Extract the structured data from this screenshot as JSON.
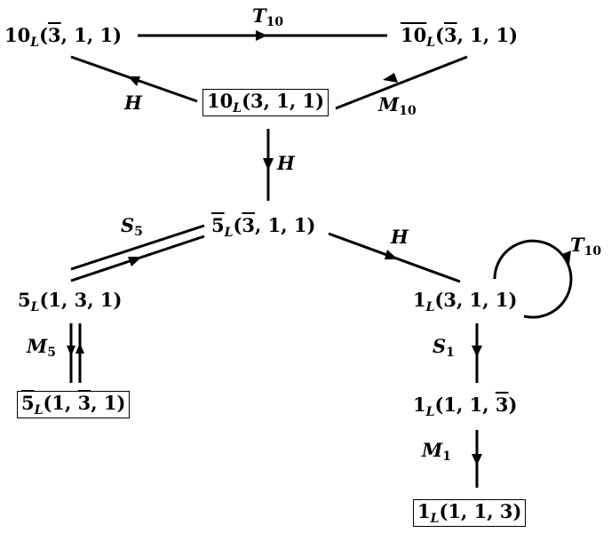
{
  "nodes": {
    "n10_3bar": {
      "rep": "10",
      "sub": "L",
      "lead": "(",
      "bar": "3",
      "tail": ", 1, 1)"
    },
    "n10bar_3bar": {
      "rep": "10",
      "sub": "L",
      "lead": "(",
      "bar": "3",
      "tail": ", 1, 1)"
    },
    "n10_3": {
      "rep": "10",
      "sub": "L",
      "args": "(3, 1, 1)"
    },
    "n5bar_3bar": {
      "rep": "5",
      "sub": "L",
      "lead": "(",
      "bar": "3",
      "tail": ", 1, 1)"
    },
    "n5_131": {
      "rep": "5",
      "sub": "L",
      "args": "(1, 3, 1)"
    },
    "n1_311": {
      "rep": "1",
      "sub": "L",
      "args": "(3, 1, 1)"
    },
    "n5bar_13bar": {
      "rep": "5",
      "sub": "L",
      "lead": "(1, ",
      "bar": "3",
      "tail": ", 1)"
    },
    "n1_113bar": {
      "rep": "1",
      "sub": "L",
      "lead": "(1, 1, ",
      "bar": "3",
      "tail": ")"
    },
    "n1_113": {
      "rep": "1",
      "sub": "L",
      "args": "(1, 1, 3)"
    }
  },
  "edges": {
    "T10_top": {
      "sym": "T",
      "sub": "10"
    },
    "H_left": {
      "sym": "H",
      "sub": ""
    },
    "M10": {
      "sym": "M",
      "sub": "10"
    },
    "H_mid": {
      "sym": "H",
      "sub": ""
    },
    "S5": {
      "sym": "S",
      "sub": "5"
    },
    "H_right": {
      "sym": "H",
      "sub": ""
    },
    "T10_loop": {
      "sym": "T",
      "sub": "10"
    },
    "M5": {
      "sym": "M",
      "sub": "5"
    },
    "S1": {
      "sym": "S",
      "sub": "1"
    },
    "M1": {
      "sym": "M",
      "sub": "1"
    }
  },
  "colors": {
    "ink": "#000000",
    "background": "#ffffff"
  }
}
